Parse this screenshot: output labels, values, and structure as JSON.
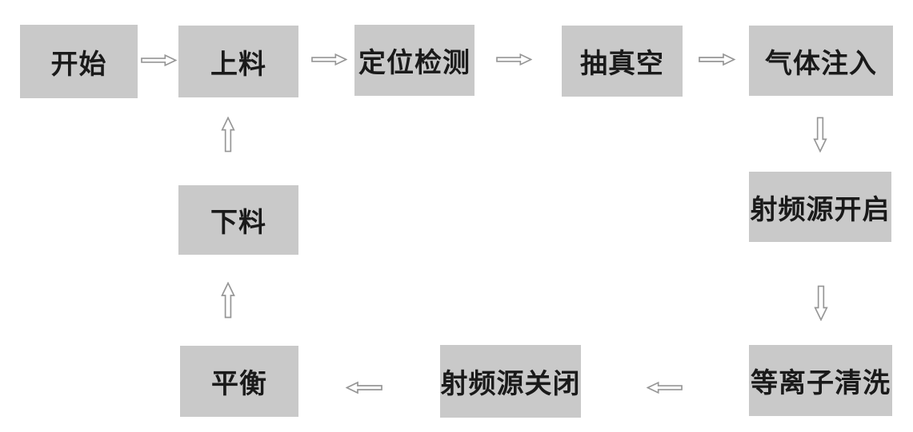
{
  "diagram": {
    "type": "flowchart",
    "background_color": "#ffffff",
    "node_fill_color": "#c9c9c9",
    "node_text_color": "#1a1a1a",
    "arrow_color": "#969696",
    "nodes": {
      "start": {
        "label": "开始"
      },
      "load": {
        "label": "上料"
      },
      "detect": {
        "label": "定位检测"
      },
      "vacuum": {
        "label": "抽真空"
      },
      "gas": {
        "label": "气体注入"
      },
      "rf_on": {
        "label": "射频源开启"
      },
      "plasma": {
        "label": "等离子清洗"
      },
      "rf_off": {
        "label": "射频源关闭"
      },
      "balance": {
        "label": "平衡"
      },
      "unload": {
        "label": "下料"
      }
    },
    "edges": [
      {
        "from": "开始",
        "to": "上料",
        "direction": "right"
      },
      {
        "from": "上料",
        "to": "定位检测",
        "direction": "right"
      },
      {
        "from": "定位检测",
        "to": "抽真空",
        "direction": "right"
      },
      {
        "from": "抽真空",
        "to": "气体注入",
        "direction": "right"
      },
      {
        "from": "气体注入",
        "to": "射频源开启",
        "direction": "down"
      },
      {
        "from": "射频源开启",
        "to": "等离子清洗",
        "direction": "down"
      },
      {
        "from": "等离子清洗",
        "to": "射频源关闭",
        "direction": "left"
      },
      {
        "from": "射频源关闭",
        "to": "平衡",
        "direction": "left"
      },
      {
        "from": "平衡",
        "to": "下料",
        "direction": "up"
      },
      {
        "from": "下料",
        "to": "上料",
        "direction": "up"
      }
    ]
  }
}
